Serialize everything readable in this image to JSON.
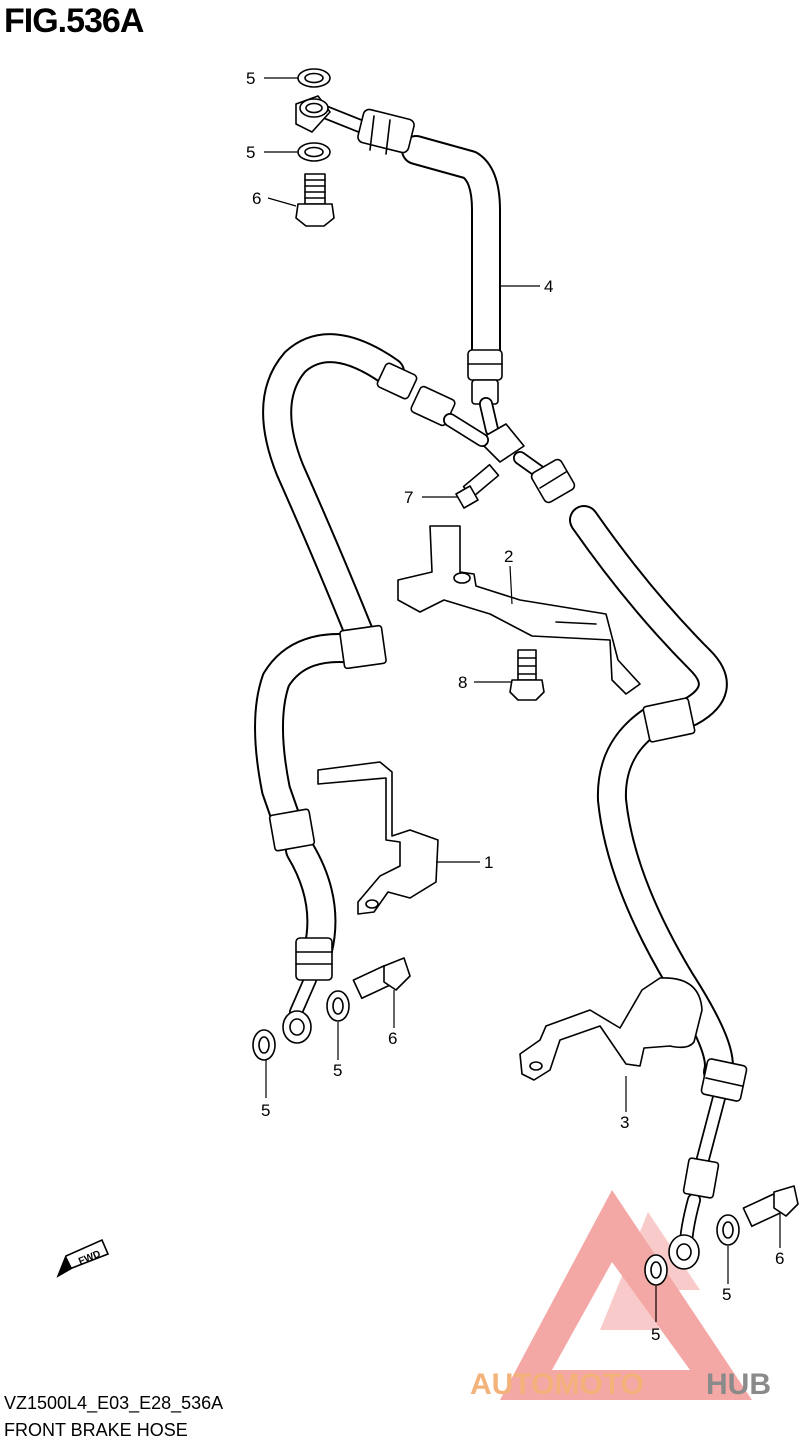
{
  "figure": {
    "title": "FIG.536A",
    "code": "VZ1500L4_E03_E28_536A",
    "name": "FRONT BRAKE HOSE"
  },
  "callouts": [
    {
      "id": "c-5-a",
      "label": "5"
    },
    {
      "id": "c-5-b",
      "label": "5"
    },
    {
      "id": "c-6-a",
      "label": "6"
    },
    {
      "id": "c-4",
      "label": "4"
    },
    {
      "id": "c-7",
      "label": "7"
    },
    {
      "id": "c-2",
      "label": "2"
    },
    {
      "id": "c-8",
      "label": "8"
    },
    {
      "id": "c-1",
      "label": "1"
    },
    {
      "id": "c-6-b",
      "label": "6"
    },
    {
      "id": "c-5-c",
      "label": "5"
    },
    {
      "id": "c-5-d",
      "label": "5"
    },
    {
      "id": "c-3",
      "label": "3"
    },
    {
      "id": "c-6-c",
      "label": "6"
    },
    {
      "id": "c-5-e",
      "label": "5"
    },
    {
      "id": "c-5-f",
      "label": "5"
    }
  ],
  "fwd_arrow": {
    "label": "FWD"
  },
  "watermark": {
    "part1": "AUTOMOTO",
    "part2": "HUB",
    "color1": "#f3b27a",
    "color2": "#8a8a8a",
    "triangle_color": "#f29a96"
  }
}
